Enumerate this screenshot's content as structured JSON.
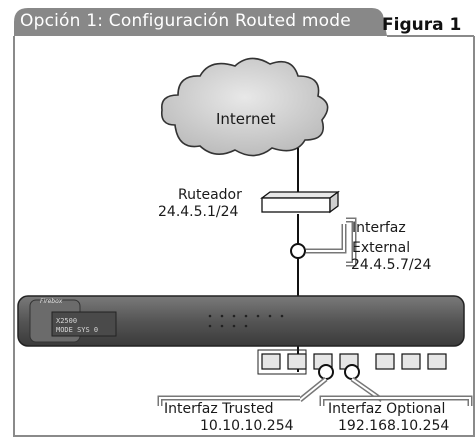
{
  "title_tab": "Opción 1: Configuración Routed mode",
  "figure_label": "Figura 1",
  "internet": "Internet",
  "router": {
    "name": "Ruteador",
    "address": "24.4.5.1/24"
  },
  "external_interface": {
    "line1": "Interfaz",
    "line2": "External",
    "address": "24.4.5.7/24"
  },
  "trusted_interface": {
    "name": "Interfaz Trusted",
    "address": "10.10.10.254"
  },
  "optional_interface": {
    "name": "Interfaz Optional",
    "address": "192.168.10.254"
  },
  "device": {
    "brand": "Firebox",
    "lcd_line1": "X2500",
    "lcd_line2": "MODE SYS 0"
  },
  "colors": {
    "tab": "#888888",
    "frame": "#8a8a8a",
    "cloud": "#d0d0d0",
    "device": "#5a5a5a"
  }
}
